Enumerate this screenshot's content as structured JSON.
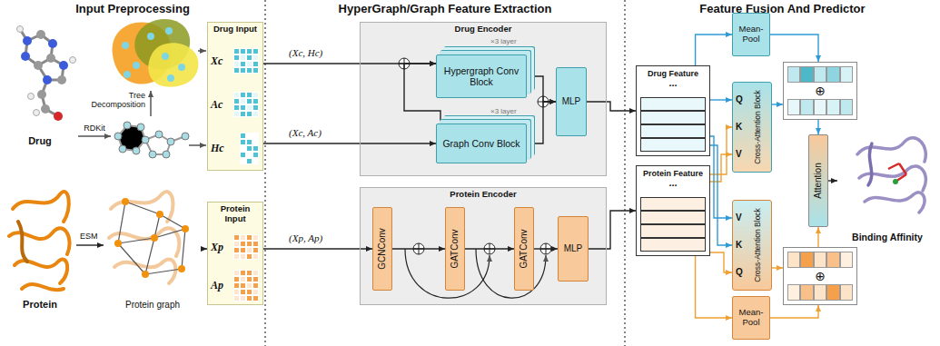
{
  "diagram": {
    "nodes": [
      {
        "text": [
          "Drug"
        ]
      },
      {
        "text": [
          "Drug Input"
        ]
      },
      {
        "text": [
          "Xc"
        ],
        "in": 1
      },
      {
        "text": [
          "Ac"
        ],
        "in": 1
      },
      {
        "text": [
          "Hc"
        ],
        "in": 1
      },
      {
        "text": [
          "Protein"
        ]
      },
      {
        "text": [
          "Protein graph"
        ]
      },
      {
        "text": [
          "Protein Input"
        ]
      },
      {
        "text": [
          "Xp"
        ],
        "in": 7
      },
      {
        "text": [
          "Ap"
        ],
        "in": 7
      },
      {
        "text": [
          "Drug Encoder"
        ]
      },
      {
        "text": [
          "Hypergraph Conv Block"
        ],
        "in": 10
      },
      {
        "text": [
          "Graph Conv Block"
        ],
        "in": 10
      },
      {
        "text": [
          "MLP"
        ],
        "in": 10
      },
      {
        "text": [
          "Protein Encoder"
        ]
      },
      {
        "text": [
          "GCNConv"
        ],
        "in": 14
      },
      {
        "text": [
          "GATConv"
        ],
        "in": 14
      },
      {
        "text": [
          "GATConv"
        ],
        "in": 14
      },
      {
        "text": [
          "MLP"
        ],
        "in": 14
      },
      {
        "text": [
          "Drug Feature",
          "..."
        ]
      },
      {
        "text": [
          "Protein Feature",
          "..."
        ]
      },
      {
        "text": [
          "Mean-Pool"
        ]
      },
      {
        "text": [
          "Q",
          "K",
          "V",
          "Cross-Attention Block"
        ]
      },
      {
        "text": [
          "V",
          "K",
          "Q",
          "Cross-Attention Block"
        ]
      },
      {
        "text": [
          "Mean-Pool"
        ]
      },
      {
        "text": [
          "⊕"
        ]
      },
      {
        "text": [
          "⊕"
        ]
      },
      {
        "text": [
          "Attention"
        ]
      },
      {
        "text": [
          "Binding Affinity"
        ]
      }
    ],
    "edges": [
      {
        "from": 1,
        "to": 11,
        "label": "(Xc, Hc)",
        "arrow": "to"
      },
      {
        "from": 1,
        "to": 12,
        "label": "(Xc, Ac)",
        "arrow": "to"
      },
      {
        "from": 12,
        "to": 11,
        "arrow": "to"
      },
      {
        "from": 11,
        "to": 13,
        "arrow": "to"
      },
      {
        "from": 12,
        "to": 13,
        "arrow": "to"
      },
      {
        "from": 13,
        "to": 19,
        "arrow": "to"
      },
      {
        "from": 5,
        "to": 6,
        "label": "ESM",
        "arrow": "to"
      },
      {
        "from": 6,
        "to": 7,
        "arrow": "to"
      },
      {
        "from": 7,
        "to": 15,
        "label": "(Xp, Ap)",
        "arrow": "to"
      },
      {
        "from": 15,
        "to": 16,
        "arrow": "to"
      },
      {
        "from": 16,
        "to": 17,
        "arrow": "to"
      },
      {
        "from": 17,
        "to": 18,
        "arrow": "to"
      },
      {
        "from": 18,
        "to": 20,
        "arrow": "to"
      },
      {
        "from": 19,
        "to": 21,
        "arrow": "to"
      },
      {
        "from": 19,
        "to": 22,
        "arrow": "to"
      },
      {
        "from": 20,
        "to": 22,
        "arrow": "to"
      },
      {
        "from": 20,
        "to": 22,
        "arrow": "to"
      },
      {
        "from": 19,
        "to": 23,
        "arrow": "to"
      },
      {
        "from": 19,
        "to": 23,
        "arrow": "to"
      },
      {
        "from": 20,
        "to": 23,
        "arrow": "to"
      },
      {
        "from": 20,
        "to": 24,
        "arrow": "to"
      },
      {
        "from": 21,
        "to": 25,
        "arrow": "to"
      },
      {
        "from": 22,
        "to": 25,
        "arrow": "to"
      },
      {
        "from": 23,
        "to": 26,
        "arrow": "to"
      },
      {
        "from": 24,
        "to": 26,
        "arrow": "to"
      },
      {
        "from": 25,
        "to": 27,
        "arrow": "to"
      },
      {
        "from": 26,
        "to": 27,
        "arrow": "to"
      },
      {
        "from": 27,
        "to": 28,
        "arrow": "to"
      }
    ],
    "labels": [
      "Input Preprocessing",
      "HyperGraph/Graph Feature Extraction",
      "Feature Fusion And Predictor",
      "RDKit",
      "Tree Decomposition",
      "×3 layer",
      "×3 layer"
    ]
  }
}
